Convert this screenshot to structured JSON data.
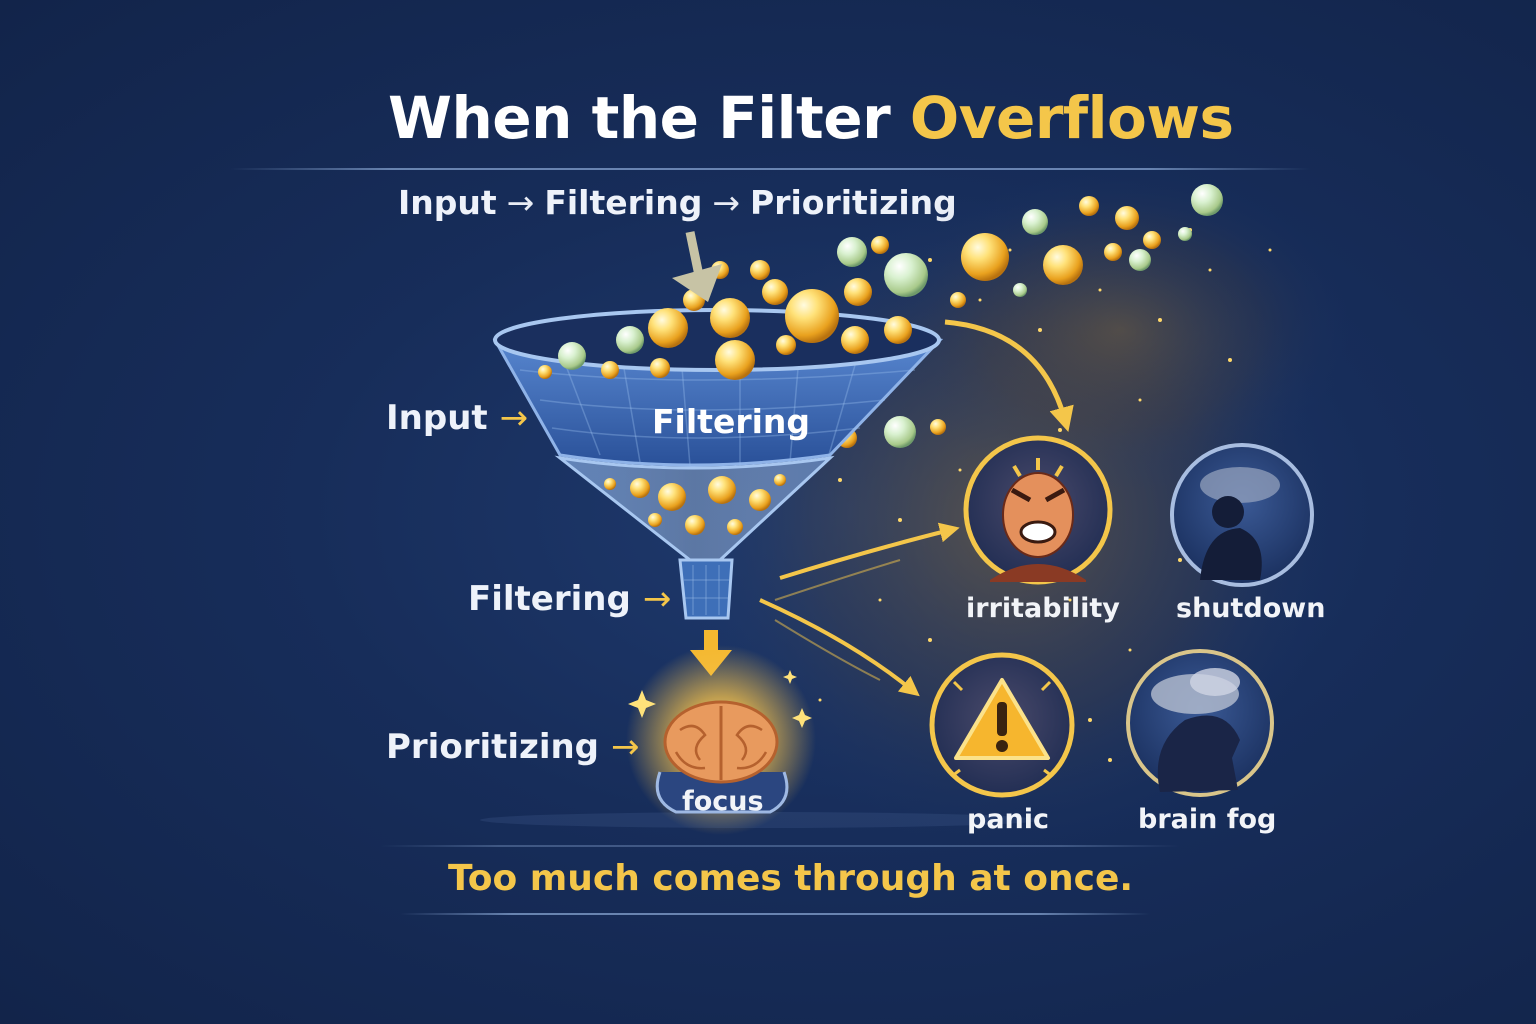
{
  "title": {
    "part1": "When the Filter ",
    "part2": "Overflows"
  },
  "flow": {
    "step1": "Input",
    "step2": "Filtering",
    "step3": "Prioritizing",
    "arrow": "→"
  },
  "side_labels": {
    "input": "Input",
    "filtering": "Filtering",
    "prioritizing": "Prioritizing",
    "arrow": "→"
  },
  "funnel": {
    "label": "Filtering"
  },
  "outcomes": {
    "focus": "focus",
    "irritability": "irritability",
    "shutdown": "shutdown",
    "panic": "panic",
    "brain_fog": "brain fog"
  },
  "footer": {
    "text": "Too much comes through at once."
  },
  "colors": {
    "background": "#172d5a",
    "accent_gold": "#f4c64a",
    "text": "#ffffff",
    "funnel_blue": "#3a6fc0"
  },
  "icons": [
    "irritated-face-icon",
    "slumped-person-icon",
    "warning-triangle-icon",
    "foggy-head-icon",
    "brain-icon"
  ]
}
